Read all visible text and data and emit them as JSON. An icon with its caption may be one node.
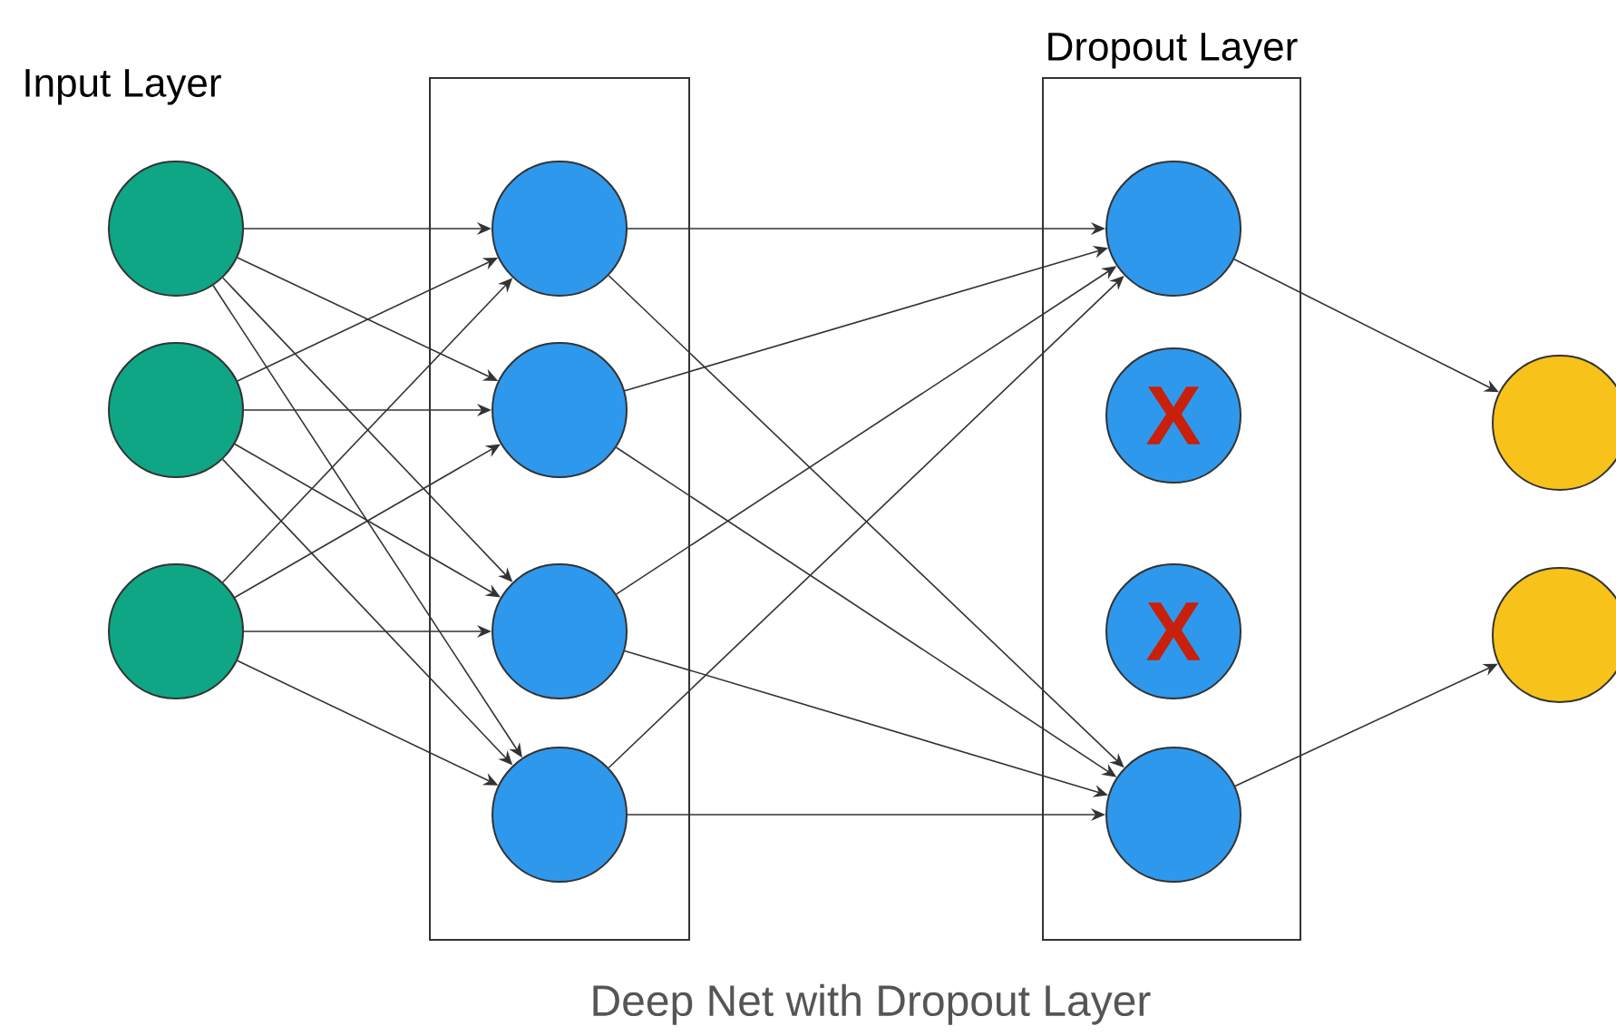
{
  "diagram": {
    "caption": "Deep Net with Dropout Layer",
    "nodes": [
      {
        "text": [],
        "shape": "circle"
      },
      {
        "text": [],
        "shape": "circle"
      },
      {
        "text": [],
        "shape": "circle"
      },
      {
        "text": [],
        "shape": "box"
      },
      {
        "text": [],
        "shape": "circle",
        "in": 3
      },
      {
        "text": [],
        "shape": "circle",
        "in": 3
      },
      {
        "text": [],
        "shape": "circle",
        "in": 3
      },
      {
        "text": [],
        "shape": "circle",
        "in": 3
      },
      {
        "text": [
          "Dropout Layer"
        ]
      },
      {
        "text": [],
        "shape": "circle",
        "in": 8
      },
      {
        "text": [
          "X"
        ],
        "in": 8
      },
      {
        "text": [
          "X"
        ],
        "in": 8
      },
      {
        "text": [],
        "shape": "circle",
        "in": 8
      },
      {
        "text": [],
        "shape": "circle"
      },
      {
        "text": [],
        "shape": "circle"
      }
    ],
    "edges": [
      {
        "from": 0,
        "to": 4,
        "arrow": "to"
      },
      {
        "from": 0,
        "to": 5,
        "arrow": "to"
      },
      {
        "from": 0,
        "to": 6,
        "arrow": "to"
      },
      {
        "from": 0,
        "to": 7,
        "arrow": "to"
      },
      {
        "from": 1,
        "to": 4,
        "arrow": "to"
      },
      {
        "from": 1,
        "to": 5,
        "arrow": "to"
      },
      {
        "from": 1,
        "to": 6,
        "arrow": "to"
      },
      {
        "from": 1,
        "to": 7,
        "arrow": "to"
      },
      {
        "from": 2,
        "to": 4,
        "arrow": "to"
      },
      {
        "from": 2,
        "to": 5,
        "arrow": "to"
      },
      {
        "from": 2,
        "to": 6,
        "arrow": "to"
      },
      {
        "from": 2,
        "to": 7,
        "arrow": "to"
      },
      {
        "from": 4,
        "to": 9,
        "arrow": "to"
      },
      {
        "from": 4,
        "to": 12,
        "arrow": "to"
      },
      {
        "from": 5,
        "to": 9,
        "arrow": "to"
      },
      {
        "from": 5,
        "to": 12,
        "arrow": "to"
      },
      {
        "from": 6,
        "to": 9,
        "arrow": "to"
      },
      {
        "from": 6,
        "to": 12,
        "arrow": "to"
      },
      {
        "from": 7,
        "to": 9,
        "arrow": "to"
      },
      {
        "from": 7,
        "to": 12,
        "arrow": "to"
      },
      {
        "from": 9,
        "to": 13,
        "arrow": "to"
      },
      {
        "from": 12,
        "to": 14,
        "arrow": "to"
      }
    ],
    "labels": [
      "Input Layer"
    ]
  }
}
